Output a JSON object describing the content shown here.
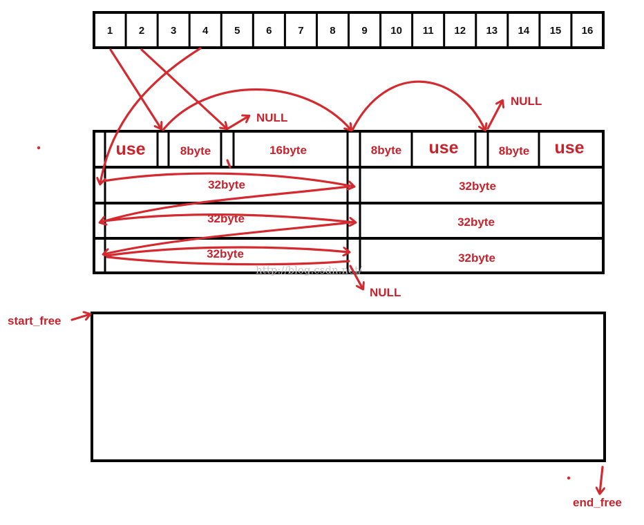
{
  "free_list_index": [
    "1",
    "2",
    "3",
    "4",
    "5",
    "6",
    "7",
    "8",
    "9",
    "10",
    "11",
    "12",
    "13",
    "14",
    "15",
    "16"
  ],
  "row1": {
    "use_a": "use",
    "byte8_a": "8byte",
    "byte16": "16byte",
    "byte8_b": "8byte",
    "use_b": "use",
    "byte8_c": "8byte",
    "use_c": "use"
  },
  "rows32": [
    {
      "left": "32byte",
      "right": "32byte"
    },
    {
      "left": "32byte",
      "right": "32byte"
    },
    {
      "left": "32byte",
      "right": "32byte"
    }
  ],
  "null_labels": [
    "NULL",
    "NULL",
    "NULL"
  ],
  "start_free": "start_free",
  "end_free": "end_free",
  "watermark": "http://blog.csdn.net/",
  "colors": {
    "accent": "#d42a2f",
    "line": "#000000"
  }
}
